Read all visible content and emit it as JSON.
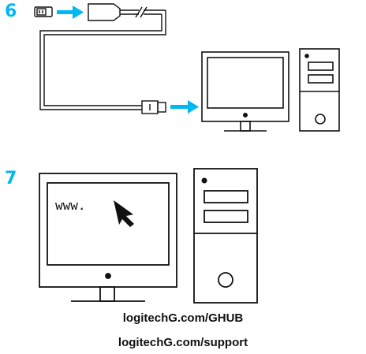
{
  "steps": {
    "step6": {
      "number": "6"
    },
    "step7": {
      "number": "7",
      "screen_text": "www."
    }
  },
  "links": {
    "ghub": "logitechG.com/GHUB",
    "support": "logitechG.com/support"
  },
  "colors": {
    "accent": "#00b8f1",
    "line": "#111111",
    "background": "#ffffff"
  },
  "icons": [
    "usb-receiver-icon",
    "arrow-right-icon",
    "usb-extension-cable-icon",
    "usb-plug-icon",
    "monitor-icon",
    "pc-tower-icon",
    "mouse-cursor-icon"
  ]
}
